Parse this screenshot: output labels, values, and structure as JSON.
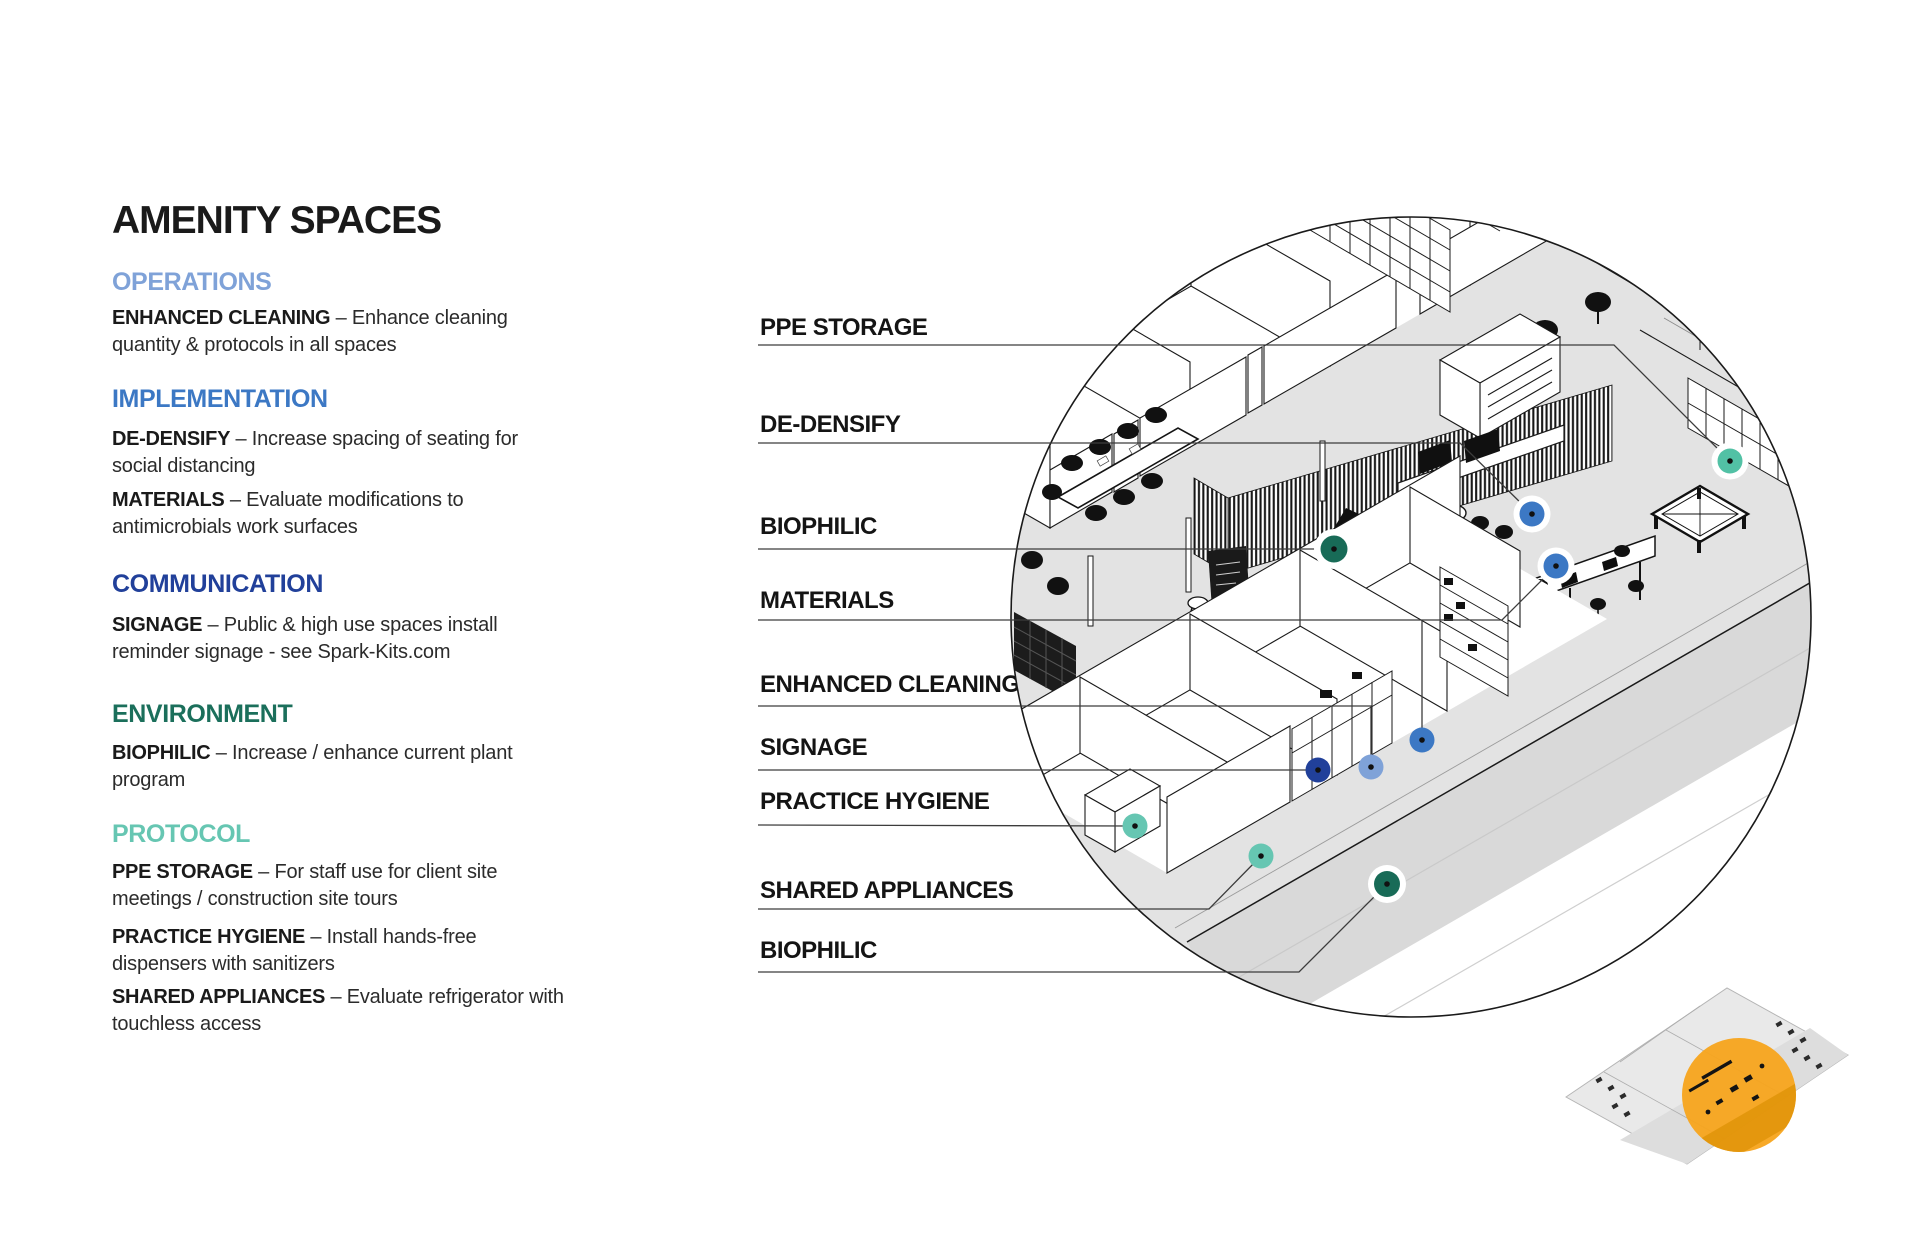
{
  "page": {
    "title": "AMENITY SPACES",
    "background": "#FFFFFF"
  },
  "sections": [
    {
      "heading": "OPERATIONS",
      "color": "#7FA2D8",
      "items": [
        {
          "term": "ENHANCED CLEANING",
          "description": "– Enhance cleaning quantity & protocols in all spaces"
        }
      ]
    },
    {
      "heading": "IMPLEMENTATION",
      "color": "#3C78C4",
      "items": [
        {
          "term": "DE-DENSIFY",
          "description": "– Increase spacing of seating for social distancing"
        },
        {
          "term": "MATERIALS",
          "description": "– Evaluate modifications to antimicrobials work surfaces"
        }
      ]
    },
    {
      "heading": "COMMUNICATION",
      "color": "#21409A",
      "items": [
        {
          "term": "SIGNAGE",
          "description": "– Public & high use spaces install reminder signage - see Spark-Kits.com"
        }
      ]
    },
    {
      "heading": "ENVIRONMENT",
      "color": "#1B6F5B",
      "items": [
        {
          "term": "BIOPHILIC",
          "description": "– Increase / enhance current plant program"
        }
      ]
    },
    {
      "heading": "PROTOCOL",
      "color": "#66C6B2",
      "items": [
        {
          "term": "PPE STORAGE",
          "description": "– For staff use for client site meetings / construction site tours"
        },
        {
          "term": "PRACTICE HYGIENE",
          "description": "– Install hands-free dispensers with sanitizers"
        },
        {
          "term": "SHARED APPLIANCES",
          "description": "– Evaluate refrigerator with touchless access"
        }
      ]
    }
  ],
  "callouts": [
    {
      "label": "PPE STORAGE",
      "category": "protocol"
    },
    {
      "label": "DE-DENSIFY",
      "category": "implementation"
    },
    {
      "label": "BIOPHILIC",
      "category": "environment"
    },
    {
      "label": "MATERIALS",
      "category": "implementation"
    },
    {
      "label": "ENHANCED CLEANING",
      "category": "operations"
    },
    {
      "label": "SIGNAGE",
      "category": "communication"
    },
    {
      "label": "PRACTICE HYGIENE",
      "category": "protocol"
    },
    {
      "label": "SHARED APPLIANCES",
      "category": "protocol"
    },
    {
      "label": "BIOPHILIC",
      "category": "environment"
    }
  ],
  "dot_colors": {
    "operations": "#7FA2D8",
    "implementation": "#3C78C4",
    "communication": "#21409A",
    "environment": "#186B57",
    "protocol": "#52C1A5",
    "protocol_light": "#66C6B2"
  },
  "minimap": {
    "highlight_color": "#F7A41C"
  }
}
